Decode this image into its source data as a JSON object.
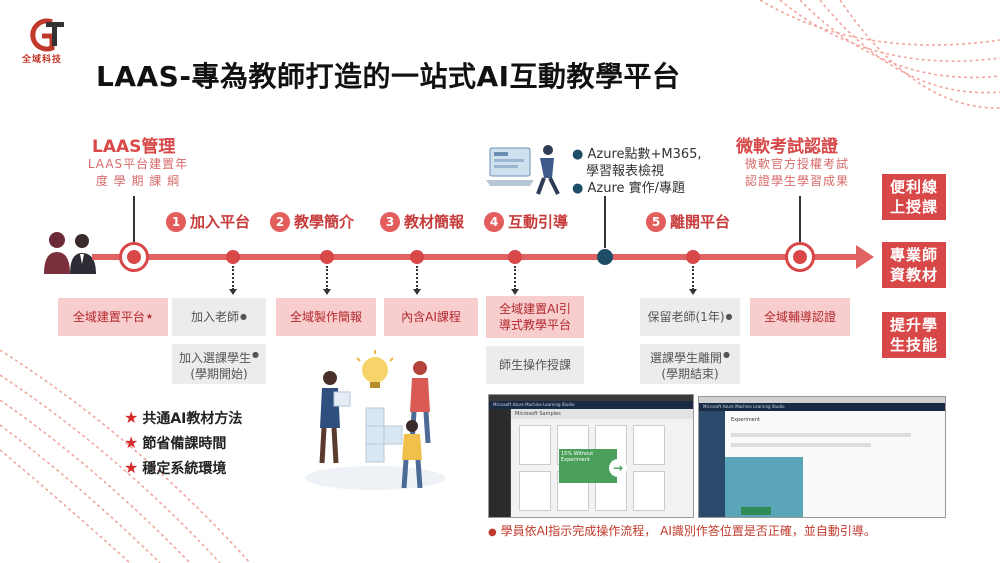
{
  "logo": {
    "text": "全域科技",
    "glyph": "GT",
    "color": "#c0392b"
  },
  "title": "LAAS-專為教師打造的一站式AI互動教學平台",
  "colors": {
    "accent": "#d84848",
    "line": "#e06262",
    "navy": "#1e4e67",
    "pinkBox": "#f7cdcd",
    "grayBox": "#ececec"
  },
  "left_section": {
    "title": "LAAS管理",
    "sub1": "LAAS平台建置年",
    "sub2": "度 學 期 課 綱"
  },
  "right_section": {
    "title": "微軟考試認證",
    "sub1": "微軟官方授權考試",
    "sub2": "認證學生學習成果"
  },
  "azure": {
    "b1a": "Azure點數+M365,",
    "b1b": "學習報表檢視",
    "b2": "Azure 實作/專題"
  },
  "steps": [
    {
      "num": "1",
      "label": "加入平台"
    },
    {
      "num": "2",
      "label": "教學簡介"
    },
    {
      "num": "3",
      "label": "教材簡報"
    },
    {
      "num": "4",
      "label": "互動引導"
    },
    {
      "num": "5",
      "label": "離開平台"
    }
  ],
  "boxes": {
    "b1": "全域建置平台",
    "b2": "加入老師",
    "b3": "全域製作簡報",
    "b4": "內含AI課程",
    "b5a": "全域建置AI引",
    "b5b": "導式教學平台",
    "b6": "保留老師(1年)",
    "b7": "全域輔導認證",
    "g1a": "加入選課學生",
    "g1b": "(學期開始)",
    "g2": "師生操作授課",
    "g3a": "選課學生離開",
    "g3b": "(學期結束)"
  },
  "right_buttons": [
    {
      "l1": "便利線",
      "l2": "上授課"
    },
    {
      "l1": "專業師",
      "l2": "資教材"
    },
    {
      "l1": "提升學",
      "l2": "生技能"
    }
  ],
  "stars": [
    "共通AI教材方法",
    "節省備課時間",
    "穩定系統環境"
  ],
  "caption": "學員依AI指示完成操作流程， AI識別作答位置是否正確，並自動引導。",
  "shot1": {
    "header": "Microsoft Azure Machine Learning Studio",
    "sub": "Microsoft Samples",
    "popup": "15% Without Experiment"
  },
  "shot2": {
    "header": "Microsoft Azure Machine Learning Studio",
    "popup": "Experiment"
  }
}
